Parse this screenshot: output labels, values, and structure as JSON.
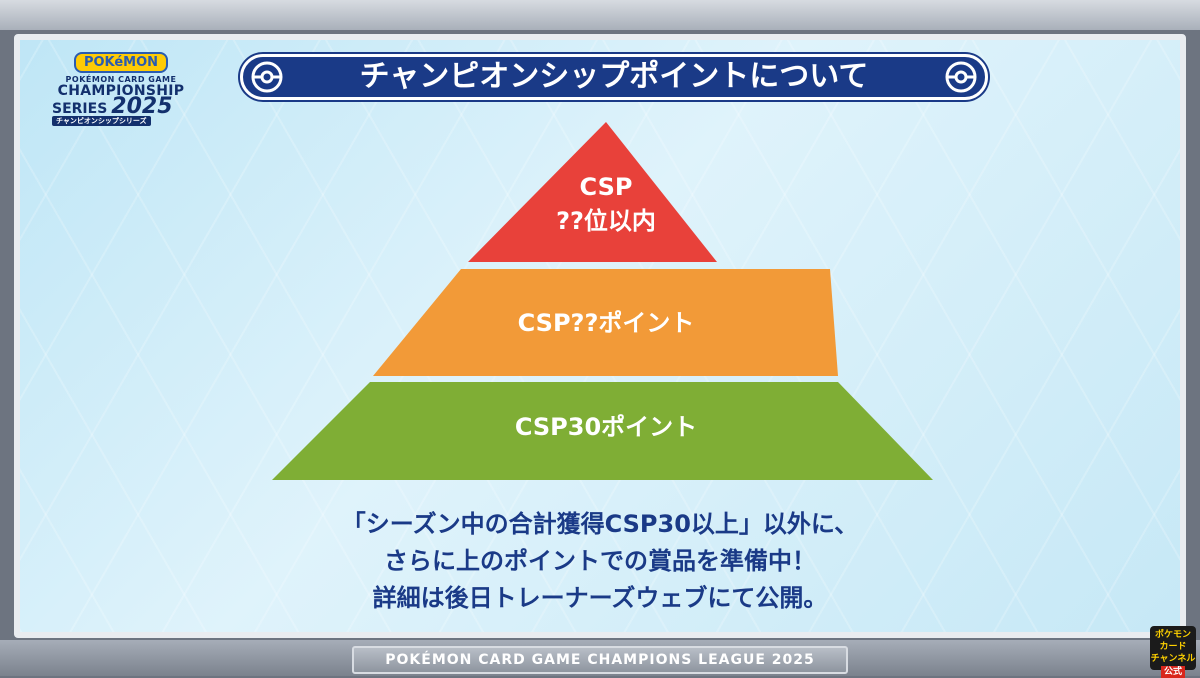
{
  "header": {
    "title": "チャンピオンシップポイントについて"
  },
  "logo": {
    "brand": "POKéMON",
    "line1": "POKÉMON CARD GAME",
    "line2": "CHAMPIONSHIP",
    "line3": "SERIES",
    "year": "2025",
    "line4": "チャンピオンシップシリーズ"
  },
  "pyramid": {
    "tiers": [
      {
        "line1": "CSP",
        "line2": "??位以内",
        "color": "#e8413a"
      },
      {
        "line1": "CSP??ポイント",
        "color": "#f29a38"
      },
      {
        "line1": "CSP30ポイント",
        "color": "#7fae35"
      }
    ]
  },
  "description": {
    "line1": "「シーズン中の合計獲得CSP30以上」以外に、",
    "line2": "さらに上のポイントでの賞品を準備中！",
    "line3": "詳細は後日トレーナーズウェブにて公開。"
  },
  "footer": {
    "banner": "POKÉMON CARD GAME CHAMPIONS LEAGUE 2025"
  },
  "corner_logo": {
    "line1": "ポケモン",
    "line2": "カード",
    "line3": "チャンネル",
    "badge": "公式"
  }
}
